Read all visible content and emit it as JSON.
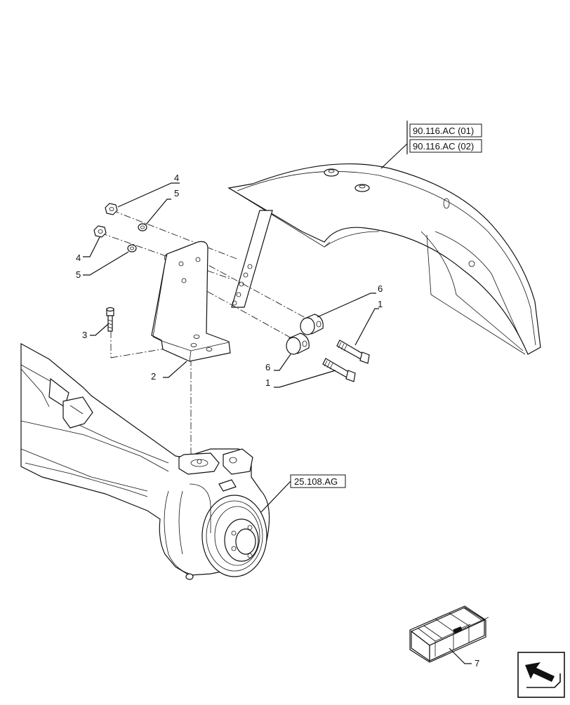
{
  "references": {
    "fender_ref_1": "90.116.AC (01)",
    "fender_ref_2": "90.116.AC (02)",
    "axle_ref": "25.108.AG"
  },
  "callouts": {
    "bolt_upper": "1",
    "bolt_lower": "1",
    "bracket": "2",
    "screw": "3",
    "nut_upper": "4",
    "nut_lower": "4",
    "washer_upper": "5",
    "washer_lower": "5",
    "spacer_upper": "6",
    "spacer_lower": "6",
    "kit": "7"
  },
  "icons": {
    "nav": "corner-arrow-icon"
  }
}
